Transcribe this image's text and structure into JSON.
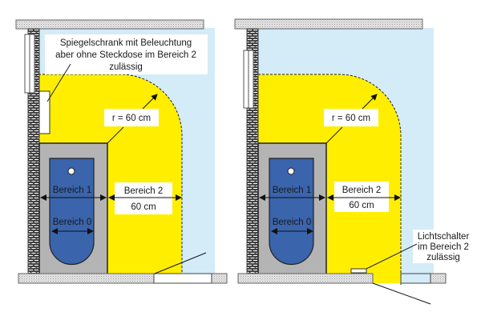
{
  "colors": {
    "yellow": "#ffee00",
    "lightblue": "#d4ebf8",
    "tub_gray": "#b4b4b4",
    "tub_blue": "#3a64ac",
    "wall": "#e4e4e4"
  },
  "left": {
    "note": [
      "Spiegelschrank mit Beleuchtung",
      "aber ohne Steckdose im Bereich 2",
      "zulässig"
    ],
    "radius": "r = 60 cm",
    "bereich1": "Bereich 1",
    "bereich0": "Bereich 0",
    "bereich2": "Bereich 2",
    "width": "60 cm"
  },
  "right": {
    "note": [
      "Lichtschalter",
      "im Bereich 2",
      "zulässig"
    ],
    "radius": "r = 60 cm",
    "bereich1": "Bereich 1",
    "bereich0": "Bereich 0",
    "bereich2": "Bereich 2",
    "width": "60 cm"
  }
}
